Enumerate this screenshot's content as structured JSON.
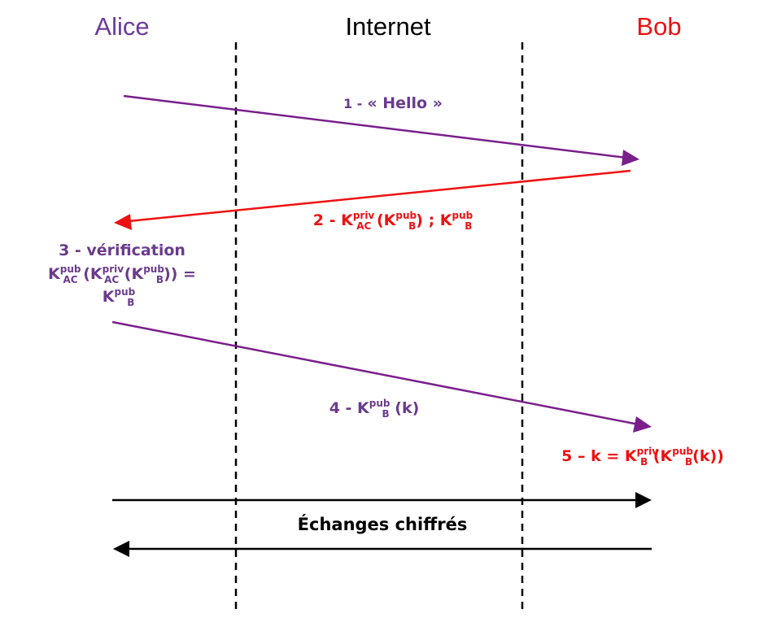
{
  "colors": {
    "purple": "#6a1b9a",
    "purple_text": "#6a3b8c",
    "red": "#ee1111",
    "black": "#000000",
    "alice": "#6a3b9a",
    "bob": "#ee1111"
  },
  "headers": {
    "alice": "Alice",
    "internet": "Internet",
    "bob": "Bob"
  },
  "messages": {
    "m1": {
      "num": "1 -",
      "text": "« Hello »"
    },
    "m2": {
      "prefix": "2 - K",
      "sup1": "priv",
      "sub1": "AC",
      "open": " (K",
      "sup2": "pub",
      "sub2": "B",
      "close": ") ;  K",
      "sup3": "pub",
      "sub3": "B"
    },
    "m3": {
      "line1": "3 - vérification",
      "l2_k1": "K",
      "l2_sup1": "pub",
      "l2_sub1": "AC",
      "l2_t1": " (K",
      "l2_sup2": "priv",
      "l2_sub2": "AC",
      "l2_t2": " (K",
      "l2_sup3": "pub",
      "l2_sub3": "B",
      "l2_t3": "))  =",
      "l3_k": "K",
      "l3_sup": "pub",
      "l3_sub": "B"
    },
    "m4": {
      "prefix": "4 - K",
      "sup": "pub",
      "sub": "B",
      "suffix": " (k)"
    },
    "m5": {
      "prefix": "5 – k = K",
      "sup1": "priv",
      "sub1": "B",
      "t1": " (K",
      "sup2": "pub",
      "sub2": "B",
      "t2": "(k))"
    },
    "encrypted": "Échanges chiffrés"
  }
}
